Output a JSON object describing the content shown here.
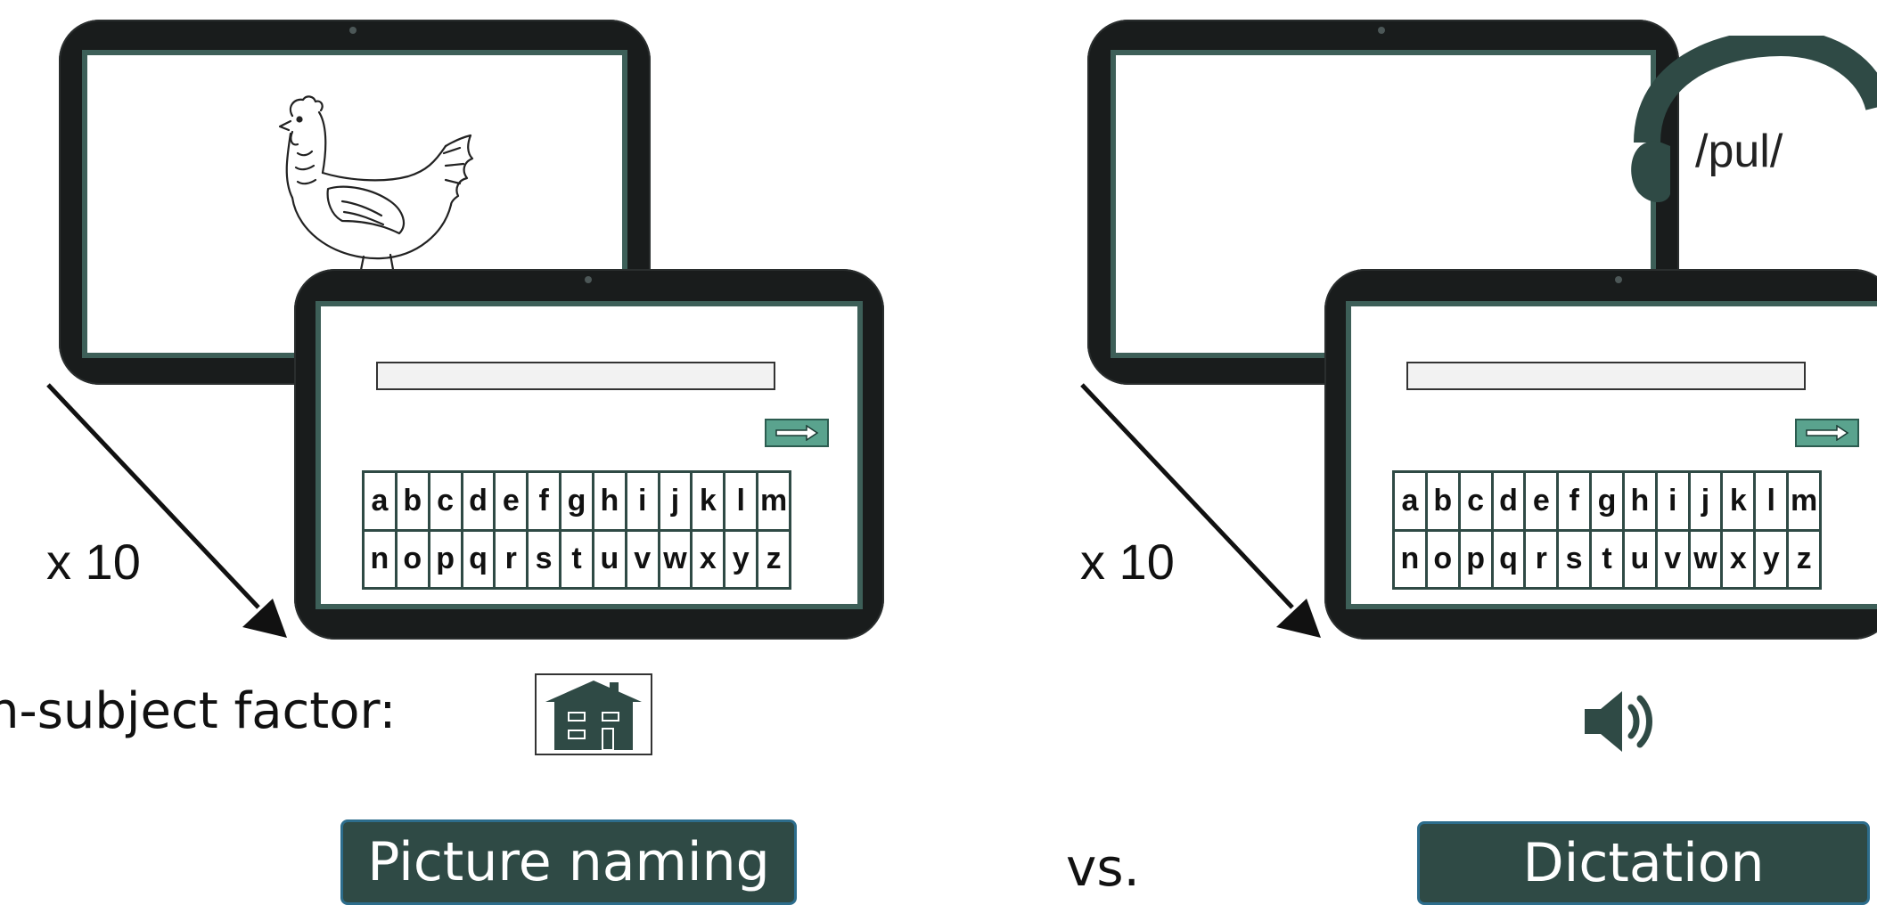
{
  "factor_label": "n-subject factor:",
  "vs_label": "vs.",
  "repeat_label": "x 10",
  "left_condition": {
    "label": "Picture naming",
    "icon": "house-icon",
    "stimulus": "hen-drawing"
  },
  "right_condition": {
    "label": "Dictation",
    "icon": "speaker-icon",
    "stimulus_audio": "/pul/",
    "stimulus_icon": "headphones-icon"
  },
  "keyboard": {
    "row1": [
      "a",
      "b",
      "c",
      "d",
      "e",
      "f",
      "g",
      "h",
      "i",
      "j",
      "k",
      "l",
      "m"
    ],
    "row2": [
      "n",
      "o",
      "p",
      "q",
      "r",
      "s",
      "t",
      "u",
      "v",
      "w",
      "x",
      "y",
      "z"
    ]
  },
  "enter_icon": "arrow-right-icon",
  "colors": {
    "accent": "#2f4a45",
    "frame": "#191c1c",
    "enter_button": "#5aa38e",
    "label_border": "#2d6d8c"
  }
}
